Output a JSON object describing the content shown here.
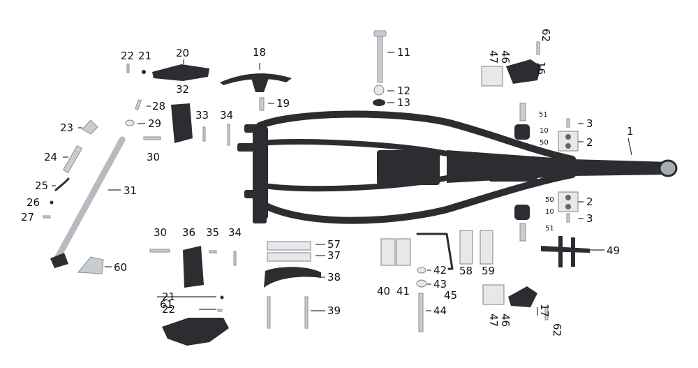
{
  "parts": [
    {
      "id": "p1",
      "label": "1"
    },
    {
      "id": "p2a",
      "label": "2"
    },
    {
      "id": "p2b",
      "label": "2"
    },
    {
      "id": "p3a",
      "label": "3"
    },
    {
      "id": "p3b",
      "label": "3"
    },
    {
      "id": "p10a",
      "label": "10"
    },
    {
      "id": "p10b",
      "label": "10"
    },
    {
      "id": "p11",
      "label": "11"
    },
    {
      "id": "p12",
      "label": "12"
    },
    {
      "id": "p13",
      "label": "13"
    },
    {
      "id": "p16",
      "label": "16"
    },
    {
      "id": "p17",
      "label": "17"
    },
    {
      "id": "p18",
      "label": "18"
    },
    {
      "id": "p19",
      "label": "19"
    },
    {
      "id": "p20",
      "label": "20"
    },
    {
      "id": "p21a",
      "label": "21"
    },
    {
      "id": "p21b",
      "label": "21"
    },
    {
      "id": "p22a",
      "label": "22"
    },
    {
      "id": "p22b",
      "label": "22"
    },
    {
      "id": "p23",
      "label": "23"
    },
    {
      "id": "p24",
      "label": "24"
    },
    {
      "id": "p25",
      "label": "25"
    },
    {
      "id": "p26",
      "label": "26"
    },
    {
      "id": "p27",
      "label": "27"
    },
    {
      "id": "p28",
      "label": "28"
    },
    {
      "id": "p29",
      "label": "29"
    },
    {
      "id": "p30a",
      "label": "30"
    },
    {
      "id": "p30b",
      "label": "30"
    },
    {
      "id": "p31",
      "label": "31"
    },
    {
      "id": "p32",
      "label": "32"
    },
    {
      "id": "p33",
      "label": "33"
    },
    {
      "id": "p34a",
      "label": "34"
    },
    {
      "id": "p34b",
      "label": "34"
    },
    {
      "id": "p35",
      "label": "35"
    },
    {
      "id": "p36",
      "label": "36"
    },
    {
      "id": "p37",
      "label": "37"
    },
    {
      "id": "p38",
      "label": "38"
    },
    {
      "id": "p39",
      "label": "39"
    },
    {
      "id": "p40",
      "label": "40"
    },
    {
      "id": "p41",
      "label": "41"
    },
    {
      "id": "p42",
      "label": "42"
    },
    {
      "id": "p43",
      "label": "43"
    },
    {
      "id": "p44",
      "label": "44"
    },
    {
      "id": "p45",
      "label": "45"
    },
    {
      "id": "p46a",
      "label": "46"
    },
    {
      "id": "p46b",
      "label": "46"
    },
    {
      "id": "p47a",
      "label": "47"
    },
    {
      "id": "p47b",
      "label": "47"
    },
    {
      "id": "p49",
      "label": "49"
    },
    {
      "id": "p50a",
      "label": "50"
    },
    {
      "id": "p50b",
      "label": "50"
    },
    {
      "id": "p51a",
      "label": "51"
    },
    {
      "id": "p51b",
      "label": "51"
    },
    {
      "id": "p57",
      "label": "57"
    },
    {
      "id": "p58",
      "label": "58"
    },
    {
      "id": "p59",
      "label": "59"
    },
    {
      "id": "p60",
      "label": "60"
    },
    {
      "id": "p61",
      "label": "61"
    },
    {
      "id": "p62a",
      "label": "62"
    },
    {
      "id": "p62b",
      "label": "62"
    }
  ]
}
